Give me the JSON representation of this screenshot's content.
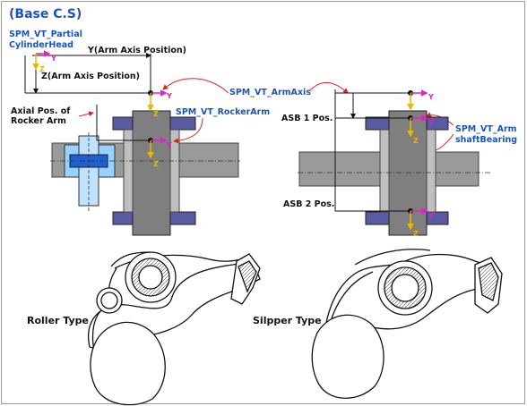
{
  "title": "(Base C.S)",
  "labels": {
    "cylinder_head_line1": "SPM_VT_Partial",
    "cylinder_head_line2": "CylinderHead",
    "y_arm_axis": "Y(Arm Axis Position)",
    "z_arm_axis": "Z(Arm Axis Position)",
    "axial_pos_line1": "Axial Pos. of",
    "axial_pos_line2": "Rocker Arm",
    "arm_axis": "SPM_VT_ArmAxis",
    "rocker_arm": "SPM_VT_RockerArm",
    "asb1": "ASB 1 Pos.",
    "asb2": "ASB 2 Pos.",
    "shaft_bearing_line1": "SPM_VT_Arm",
    "shaft_bearing_line2": "shaftBearing",
    "roller_type": "Roller Type",
    "slipper_type": "Silpper Type"
  },
  "axis_letters": {
    "y": "Y",
    "z": "Z"
  },
  "colors": {
    "title_blue": "#1a55b8",
    "magenta": "#e020c8",
    "yellow": "#e8b800",
    "red_leader": "#e02020",
    "bearing_purple": "#5a5aa0",
    "shaft_gray": "#9a9a9a",
    "arm_gray": "#7f7f7f",
    "cyan_part": "#7fc8ff"
  }
}
